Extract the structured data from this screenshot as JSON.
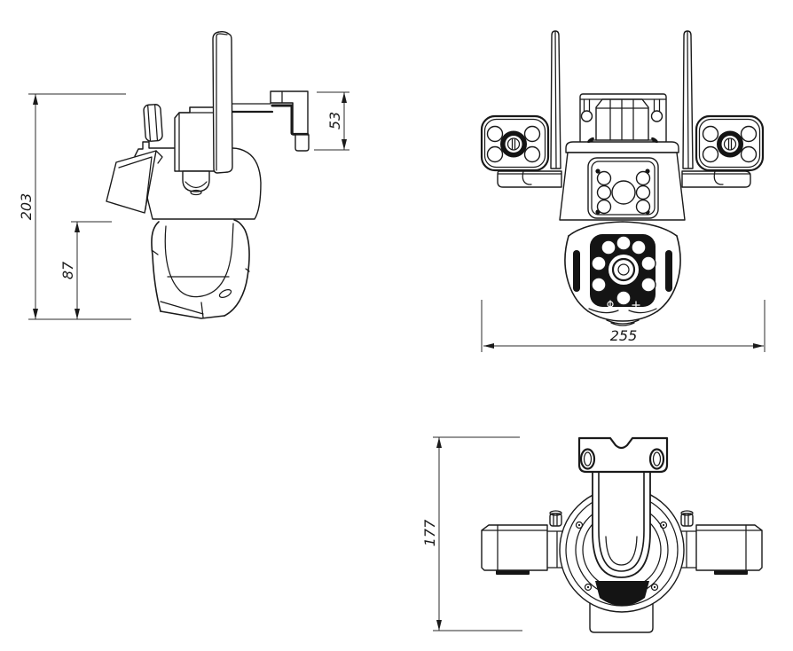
{
  "colors": {
    "background": "#ffffff",
    "line": "#1a1a1a"
  },
  "views": {
    "side": {
      "dimensions": {
        "overall_height": "203",
        "lower_section_height": "87",
        "bracket_height": "53"
      }
    },
    "front": {
      "dimensions": {
        "overall_width": "255"
      }
    },
    "top": {
      "dimensions": {
        "overall_depth": "177"
      }
    }
  }
}
